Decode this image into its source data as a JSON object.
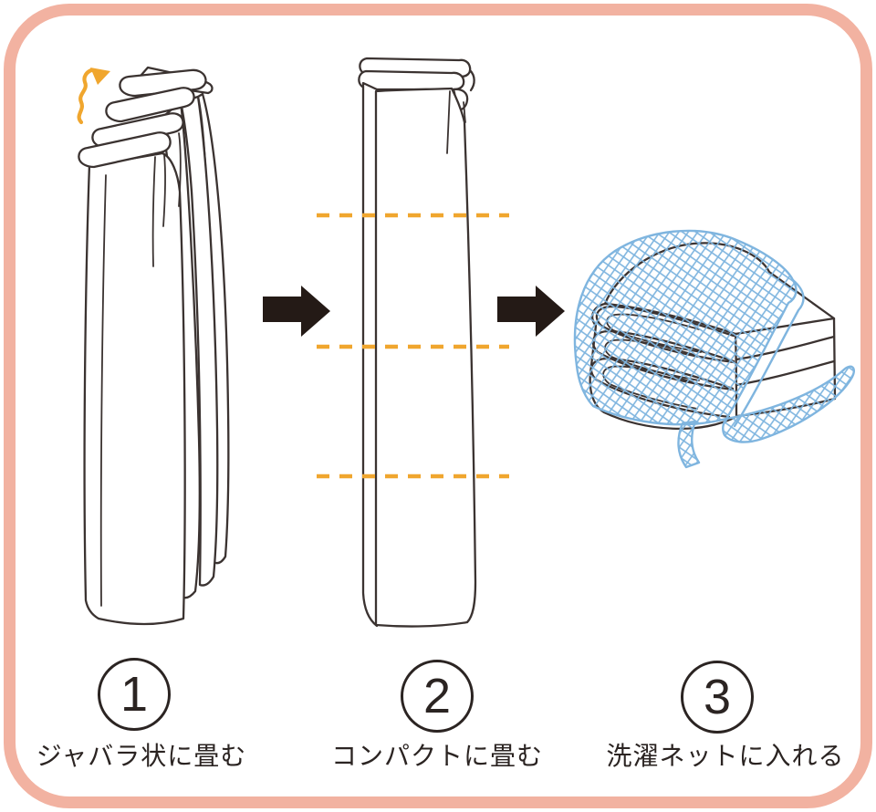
{
  "card": {
    "background": "#FFFFFF",
    "frame_color": "#F2B2A1",
    "type": "three-step folding instructions"
  },
  "palette": {
    "line": "#3B3331",
    "line_strong": "#2B2422",
    "accent_orange": "#F0A62E",
    "net_blue": "#7FB5DF",
    "arrow_black": "#241A16"
  },
  "steps": [
    {
      "number": "1",
      "label": "ジャバラ状に畳む",
      "illustration": "accordion-folded-curtain",
      "annotation": "wavy-arrow-up"
    },
    {
      "number": "2",
      "label": "コンパクトに畳む",
      "illustration": "compact-folded-curtain",
      "annotation": "three-orange-dashed-fold-lines"
    },
    {
      "number": "3",
      "label": "洗濯ネットに入れる",
      "illustration": "folded-curtain-in-mesh-laundry-net",
      "annotation": ""
    }
  ],
  "connectors": [
    {
      "type": "arrow-right"
    },
    {
      "type": "arrow-right"
    }
  ]
}
